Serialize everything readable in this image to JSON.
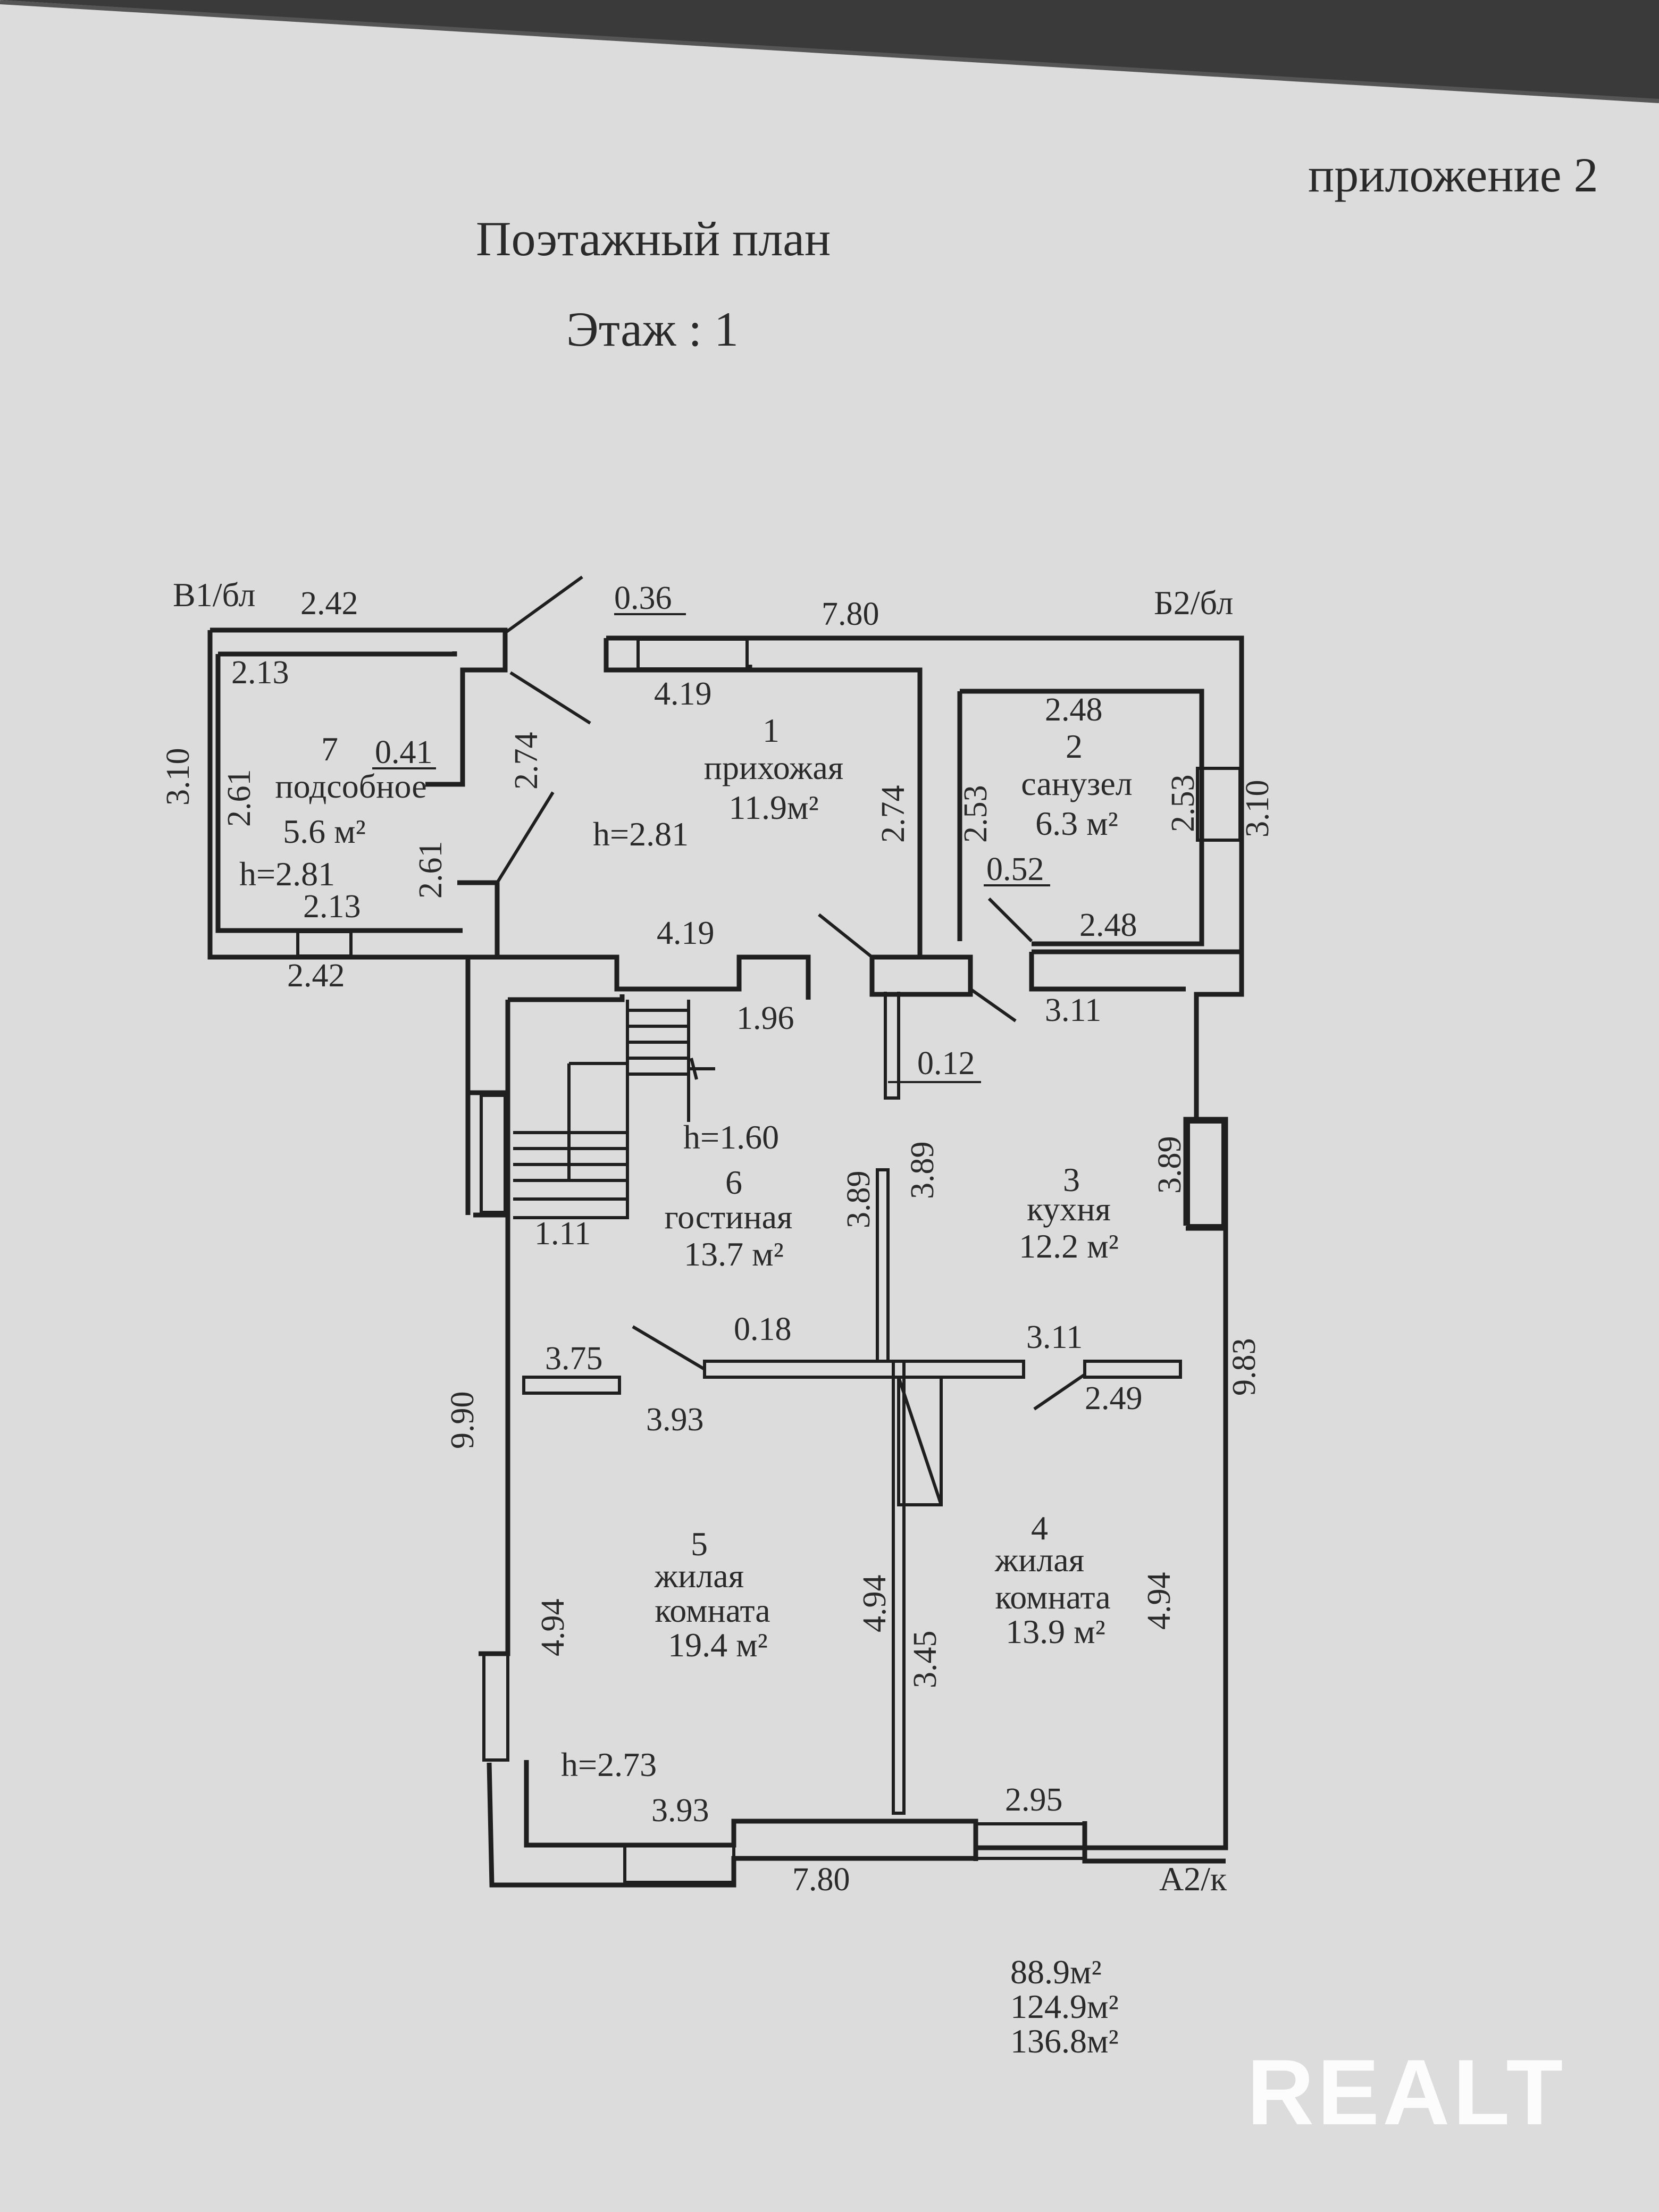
{
  "header": {
    "appendix": "приложение 2",
    "title": "Поэтажный план",
    "floor": "Этаж : 1"
  },
  "corners": {
    "top_left": "В1/бл",
    "top_right": "Б2/бл",
    "bottom_right": "А2/к"
  },
  "rooms": [
    {
      "num": "1",
      "name": "прихожая",
      "area": "11.9м²"
    },
    {
      "num": "2",
      "name": "санузел",
      "area": "6.3 м²"
    },
    {
      "num": "3",
      "name": "кухня",
      "area": "12.2 м²"
    },
    {
      "num": "4",
      "name": "жилая",
      "name2": "комната",
      "area": "13.9 м²"
    },
    {
      "num": "5",
      "name": "жилая",
      "name2": "комната",
      "area": "19.4 м²"
    },
    {
      "num": "6",
      "name": "гостиная",
      "area": "13.7 м²"
    },
    {
      "num": "7",
      "name": "подсобное",
      "area": "5.6 м²"
    }
  ],
  "heights": [
    "h=2.81",
    "h=2.81",
    "h=1.60",
    "h=2.73"
  ],
  "dims": {
    "d_242_top": "2.42",
    "d_036": "0.36",
    "d_780_top": "7.80",
    "d_213_top": "2.13",
    "d_310_left": "3.10",
    "d_041": "0.41",
    "d_274_a": "2.74",
    "d_261_a": "2.61",
    "d_261_b": "2.61",
    "d_213_bot": "2.13",
    "d_242_bot": "2.42",
    "d_419_top": "4.19",
    "d_419_bot": "4.19",
    "d_274_b": "2.74",
    "d_248_top": "2.48",
    "d_253_a": "2.53",
    "d_253_b": "2.53",
    "d_310_right": "3.10",
    "d_052": "0.52",
    "d_248_bot": "2.48",
    "d_196": "1.96",
    "d_311_a": "3.11",
    "d_012": "0.12",
    "d_389_a": "3.89",
    "d_389_b": "3.89",
    "d_389_c": "3.89",
    "d_111": "1.11",
    "d_990": "9.90",
    "d_983": "9.83",
    "d_375": "3.75",
    "d_018": "0.18",
    "d_311_b": "3.11",
    "d_393_a": "3.93",
    "d_249": "2.49",
    "d_494_a": "4.94",
    "d_494_b": "4.94",
    "d_494_c": "4.94",
    "d_345": "3.45",
    "d_393_b": "3.93",
    "d_295": "2.95",
    "d_780_bot": "7.80"
  },
  "totals": [
    "88.9м²",
    "124.9м²",
    "136.8м²"
  ],
  "watermark": "REALT"
}
